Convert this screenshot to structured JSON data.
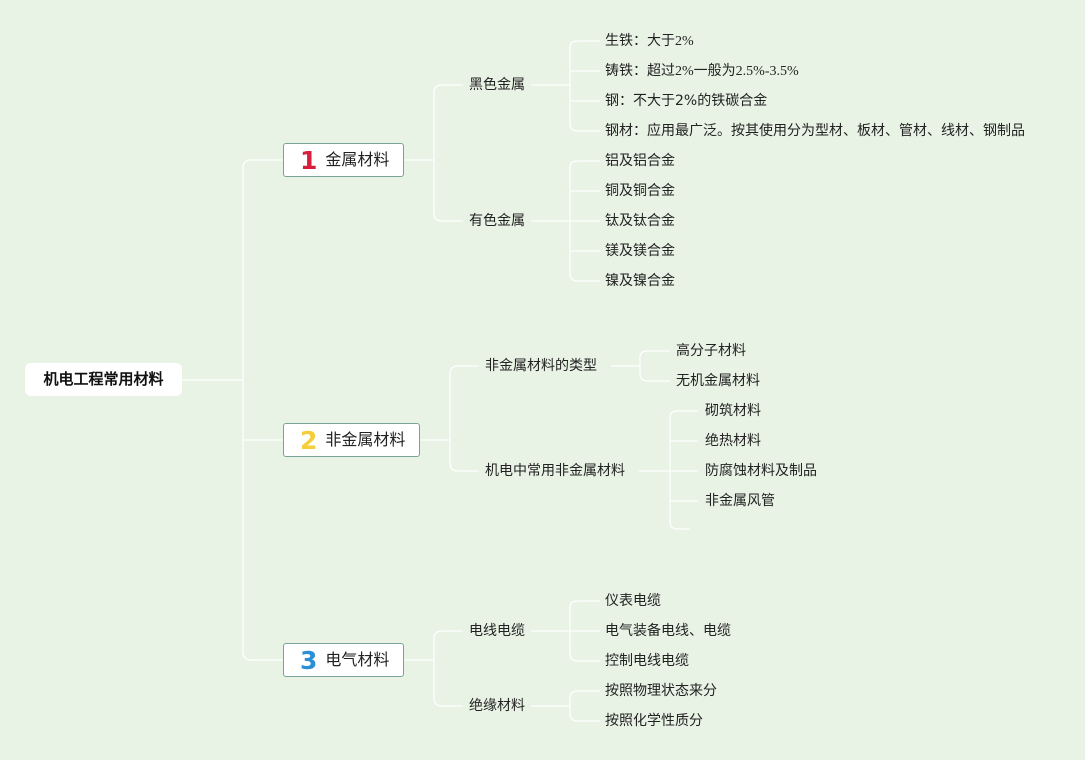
{
  "root": {
    "label": "机电工程常用材料"
  },
  "colors": {
    "background": "#e9f3e5",
    "link": "#ffffff",
    "branch_border": "#7aa29a",
    "num1": "#d61f3f",
    "num2": "#f5cf3b",
    "num3": "#2a8fd6"
  },
  "branches": [
    {
      "number": "1",
      "label": "金属材料",
      "children": [
        {
          "label": "黑色金属",
          "leaves": [
            {
              "prefix": "生铁：",
              "text": "大于2%"
            },
            {
              "prefix": "铸铁：",
              "text": "超过2%一般为2.5%-3.5%"
            },
            {
              "prefix": "钢：",
              "text": "不大于2%的铁碳合金"
            },
            {
              "prefix": "钢材：",
              "text": "应用最广泛。按其使用分为型材、板材、管材、线材、钢制品"
            }
          ]
        },
        {
          "label": "有色金属",
          "leaves": [
            {
              "text": "铝及铝合金"
            },
            {
              "text": "铜及铜合金"
            },
            {
              "text": "钛及钛合金"
            },
            {
              "text": "镁及镁合金"
            },
            {
              "text": "镍及镍合金"
            }
          ]
        }
      ]
    },
    {
      "number": "2",
      "label": "非金属材料",
      "children": [
        {
          "label": "非金属材料的类型",
          "leaves": [
            {
              "text": "高分子材料"
            },
            {
              "text": "无机金属材料"
            }
          ]
        },
        {
          "label": "机电中常用非金属材料",
          "leaves": [
            {
              "text": "砌筑材料"
            },
            {
              "text": "绝热材料"
            },
            {
              "text": "防腐蚀材料及制品"
            },
            {
              "text": "非金属风管"
            }
          ]
        }
      ]
    },
    {
      "number": "3",
      "label": "电气材料",
      "children": [
        {
          "label": "电线电缆",
          "leaves": [
            {
              "text": "仪表电缆"
            },
            {
              "text": "电气装备电线、电缆"
            },
            {
              "text": "控制电线电缆"
            }
          ]
        },
        {
          "label": "绝缘材料",
          "leaves": [
            {
              "text": "按照物理状态来分"
            },
            {
              "text": "按照化学性质分"
            }
          ]
        }
      ]
    }
  ]
}
